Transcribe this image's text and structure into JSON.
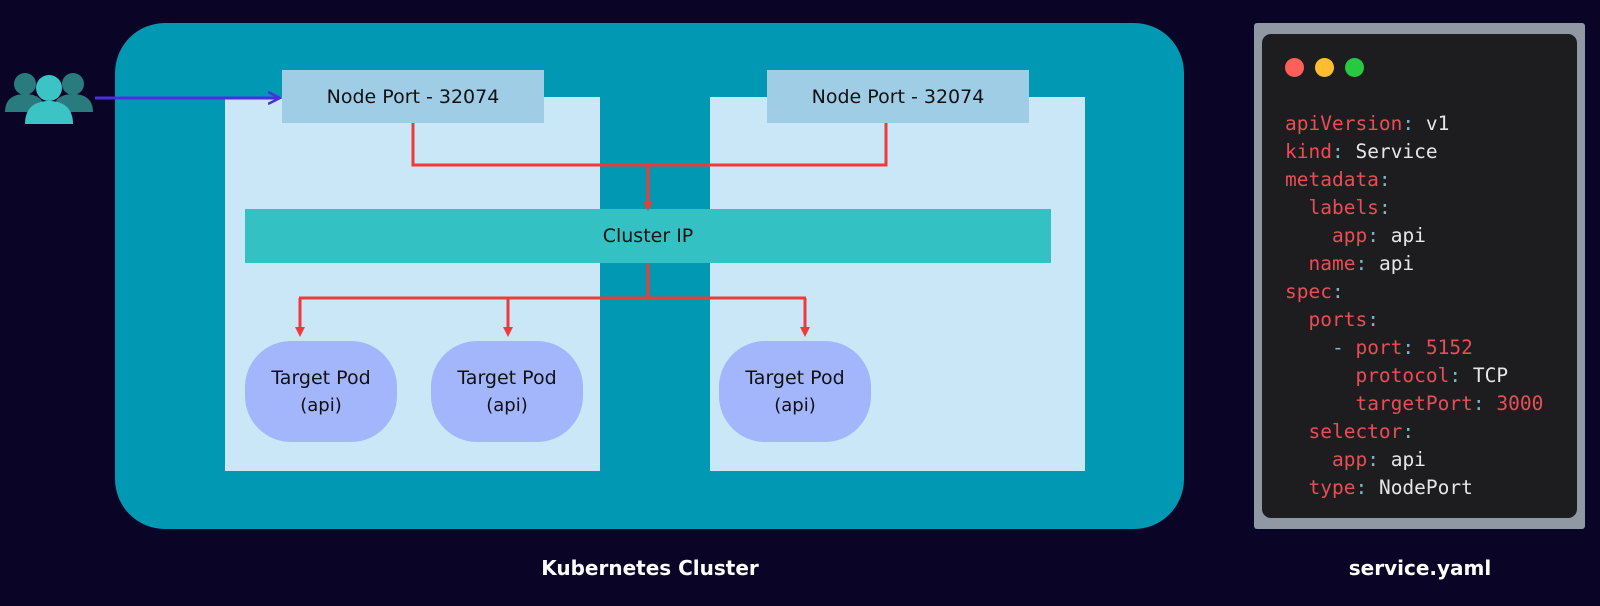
{
  "cluster": {
    "caption": "Kubernetes Cluster",
    "node_ports": [
      "Node Port - 32074",
      "Node Port - 32074"
    ],
    "cluster_ip_label": "Cluster IP",
    "pods": [
      {
        "label": "Target Pod",
        "sub": "(api)"
      },
      {
        "label": "Target Pod",
        "sub": "(api)"
      },
      {
        "label": "Target Pod",
        "sub": "(api)"
      }
    ]
  },
  "users_icon": "users-group-icon",
  "colors": {
    "background": "#0a0526",
    "cluster": "#0198b3",
    "node": "#c9e7f7",
    "node_port": "#9fcde6",
    "cluster_ip": "#33c1c4",
    "pod": "#a3b5fb",
    "wire": "#ef3a3a",
    "user_arrow": "#4a2ee0"
  },
  "editor": {
    "caption": "service.yaml",
    "window_controls": [
      "close",
      "minimize",
      "maximize"
    ],
    "lines": [
      {
        "indent": "",
        "dash": "",
        "key": "apiVersion",
        "value": "v1",
        "num": false
      },
      {
        "indent": "",
        "dash": "",
        "key": "kind",
        "value": "Service",
        "num": false
      },
      {
        "indent": "",
        "dash": "",
        "key": "metadata",
        "value": "",
        "num": false
      },
      {
        "indent": "  ",
        "dash": "",
        "key": "labels",
        "value": "",
        "num": false
      },
      {
        "indent": "    ",
        "dash": "",
        "key": "app",
        "value": "api",
        "num": false
      },
      {
        "indent": "  ",
        "dash": "",
        "key": "name",
        "value": "api",
        "num": false
      },
      {
        "indent": "",
        "dash": "",
        "key": "spec",
        "value": "",
        "num": false
      },
      {
        "indent": "  ",
        "dash": "",
        "key": "ports",
        "value": "",
        "num": false
      },
      {
        "indent": "    ",
        "dash": "- ",
        "key": "port",
        "value": "5152",
        "num": true
      },
      {
        "indent": "      ",
        "dash": "",
        "key": "protocol",
        "value": "TCP",
        "num": false
      },
      {
        "indent": "      ",
        "dash": "",
        "key": "targetPort",
        "value": "3000",
        "num": true
      },
      {
        "indent": "  ",
        "dash": "",
        "key": "selector",
        "value": "",
        "num": false
      },
      {
        "indent": "    ",
        "dash": "",
        "key": "app",
        "value": "api",
        "num": false
      },
      {
        "indent": "  ",
        "dash": "",
        "key": "type",
        "value": "NodePort",
        "num": false
      }
    ]
  }
}
